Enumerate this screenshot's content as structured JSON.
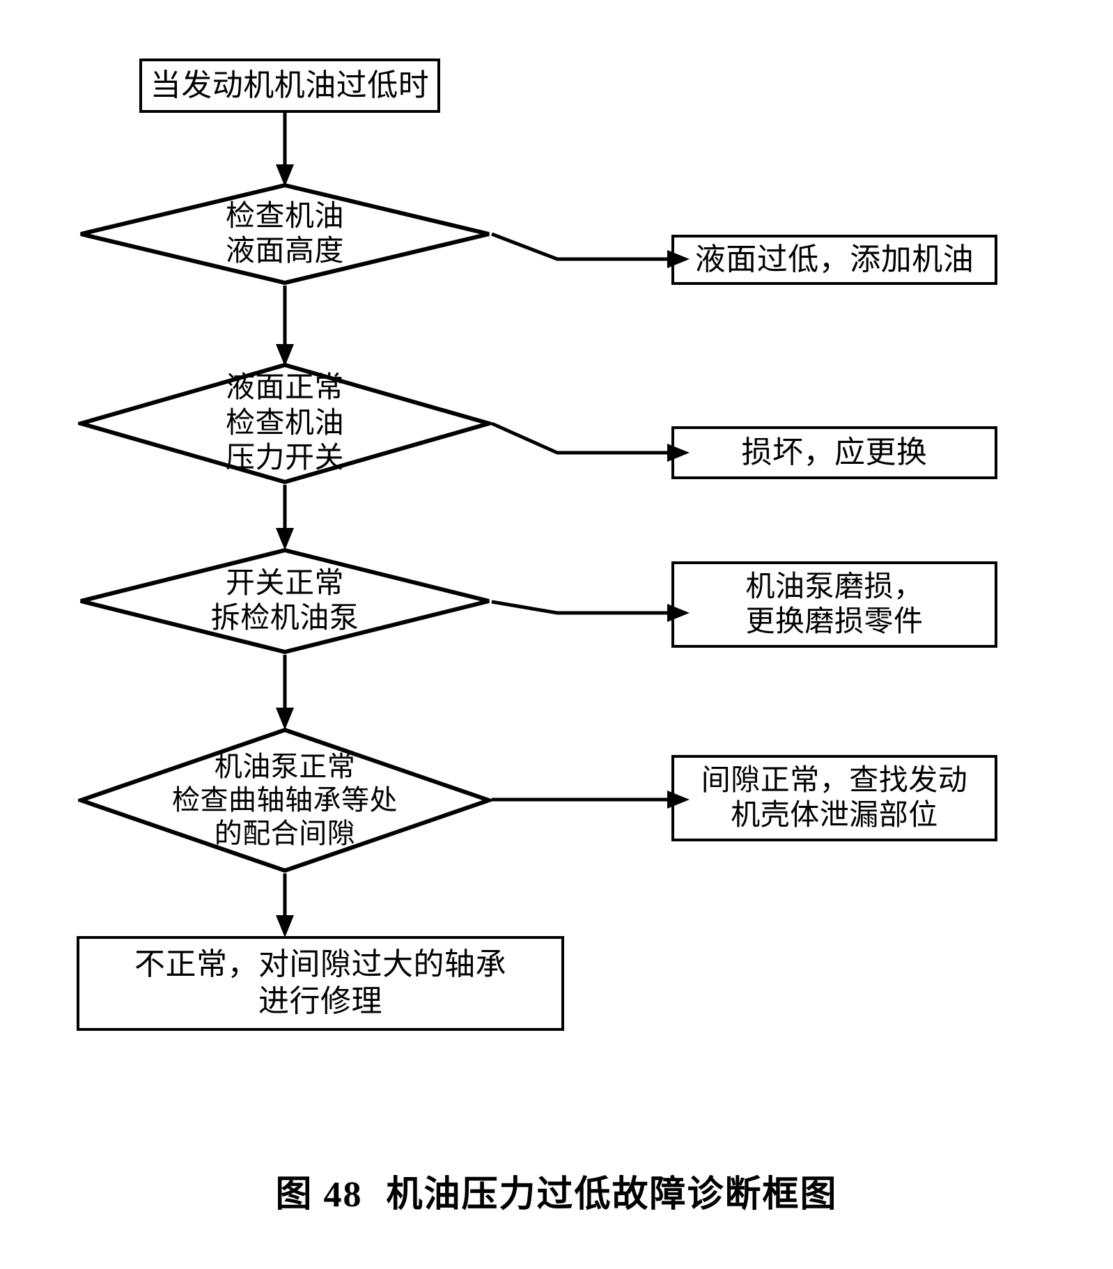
{
  "figure": {
    "caption_number": "图 48",
    "caption_title": "机油压力过低故障诊断框图"
  },
  "flowchart": {
    "title": "机油压力过低故障诊断框图",
    "start": {
      "id": "start",
      "shape": "rectangle",
      "text": "当发动机机油过低时"
    },
    "decisions": [
      {
        "id": "check-oil-level",
        "shape": "diamond",
        "text": "检查机油\n液面高度",
        "lines": [
          "检查机油",
          "液面高度"
        ]
      },
      {
        "id": "check-pressure-switch",
        "shape": "diamond",
        "text": "液面正常\n检查机油\n压力开关",
        "lines": [
          "液面正常",
          "检查机油",
          "压力开关"
        ]
      },
      {
        "id": "inspect-oil-pump",
        "shape": "diamond",
        "text": "开关正常\n拆检机油泵",
        "lines": [
          "开关正常",
          "拆检机油泵"
        ]
      },
      {
        "id": "check-bearing-clearance",
        "shape": "diamond",
        "text": "机油泵正常\n检查曲轴轴承等处\n的配合间隙",
        "lines": [
          "机油泵正常",
          "检查曲轴轴承等处",
          "的配合间隙"
        ]
      }
    ],
    "outcomes": [
      {
        "id": "add-oil",
        "shape": "rectangle",
        "text": "液面过低，添加机油",
        "lines": [
          "液面过低，添加机油"
        ]
      },
      {
        "id": "replace-switch",
        "shape": "rectangle",
        "text": "损坏，应更换",
        "lines": [
          "损坏，应更换"
        ]
      },
      {
        "id": "replace-pump-parts",
        "shape": "rectangle",
        "text": "机油泵磨损，\n更换磨损零件",
        "lines": [
          "机油泵磨损，",
          "更换磨损零件"
        ]
      },
      {
        "id": "find-housing-leak",
        "shape": "rectangle",
        "text": "间隙正常，查找发动\n机壳体泄漏部位",
        "lines": [
          "间隙正常，查找发动",
          "机壳体泄漏部位"
        ]
      }
    ],
    "end": {
      "id": "repair-bearings",
      "shape": "rectangle",
      "text": "不正常，对间隙过大的轴承\n进行修理",
      "lines": [
        "不正常，对间隙过大的轴承",
        "进行修理"
      ]
    },
    "colors": {
      "stroke": "#000000",
      "fill": "#ffffff",
      "text": "#000000"
    }
  }
}
